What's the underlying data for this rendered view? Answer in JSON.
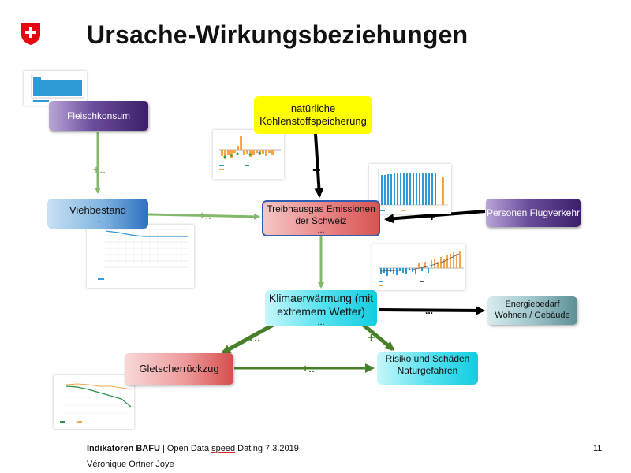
{
  "title": "Ursache-Wirkungsbeziehungen",
  "logo": {
    "name": "swiss-cross-icon",
    "color": "#e30613"
  },
  "nodes": {
    "fleischkonsum": "Fleischkonsum",
    "kohlenstoff_line1": "natürliche",
    "kohlenstoff_line2": "Kohlenstoffspeicherung",
    "viehbestand": "Viehbestand",
    "viehbestand_more": "...",
    "emissionen_line1": "Treibhausgas Emissionen",
    "emissionen_line2": "der Schweiz",
    "emissionen_more": "...",
    "flugverkehr": "Personen Flugverkehr",
    "klima_line1": "Klimaerwärmung (mit",
    "klima_line2": "extremem Wetter)",
    "klima_more": "...",
    "energie_line1": "Energiebedarf",
    "energie_line2": "Wohnen / Gebäude",
    "gletscher": "Gletscherrückzug",
    "risiko_line1": "Risiko und Schäden",
    "risiko_line2": "Naturgefahren",
    "risiko_more": "..."
  },
  "edge_labels": {
    "fleisch_vieh": "+..",
    "vieh_emiss": "+..",
    "kohlen_emiss": "−",
    "flug_emiss": "+",
    "klima_energie": "...",
    "klima_gletscher": "+..",
    "klima_risiko": "+",
    "gletscher_risiko": "+.."
  },
  "colors": {
    "green_arrow": "#84b86a",
    "dark_green_arrow": "#4a7f2a",
    "black_arrow": "#000000"
  },
  "footer": {
    "org": "Indikatoren BAFU",
    "sep": " | Open Data ",
    "speed": "speed",
    "rest": " Dating  7.3.2019",
    "author": "Véronique Ortner Joye",
    "page": "11"
  }
}
